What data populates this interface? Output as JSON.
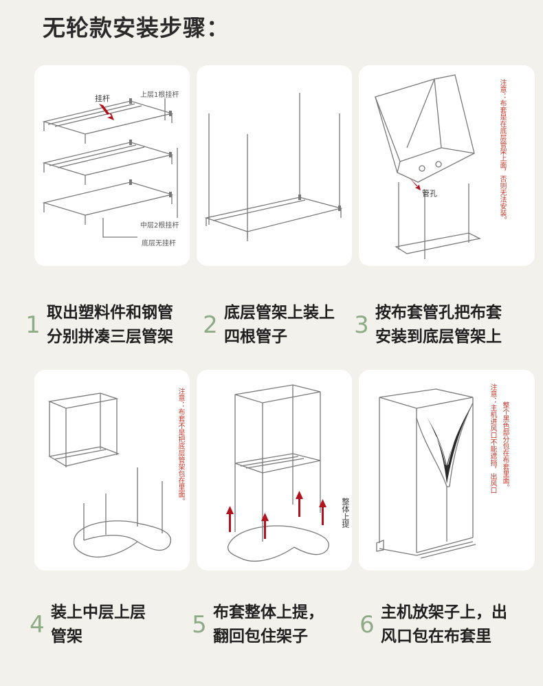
{
  "title": "无轮款安装步骤：",
  "steps": [
    {
      "num": "1",
      "line1": "取出塑料件和钢管",
      "line2": "分别拼凑三层管架",
      "labels": {
        "rod": "挂杆",
        "top": "上层1根挂杆",
        "middle": "中层2根挂杆",
        "bottom": "底层无挂杆"
      }
    },
    {
      "num": "2",
      "line1": "底层管架上装上",
      "line2": "四根管子"
    },
    {
      "num": "3",
      "line1": "按布套管孔把布套",
      "line2": "安装到底层管架上",
      "note": "注意：布套是在底层管架上面，否则无法安装。",
      "hole": "管孔"
    },
    {
      "num": "4",
      "line1": "装上中层上层",
      "line2": "管架",
      "note": "注意：布套不是把底层管架包在里面。"
    },
    {
      "num": "5",
      "line1": "布套整体上提，",
      "line2": "翻回包住架子",
      "lift": "整体上提"
    },
    {
      "num": "6",
      "line1": "主机放架子上，出",
      "line2": "风口包在布套里",
      "note_a": "注意：主机进风口不能遮挡，出风口",
      "note_b": "整个黑色部分包在布套里面。"
    }
  ],
  "colors": {
    "accent": "#8eaa87",
    "arrow": "#b0131e",
    "note": "#c0392b"
  }
}
